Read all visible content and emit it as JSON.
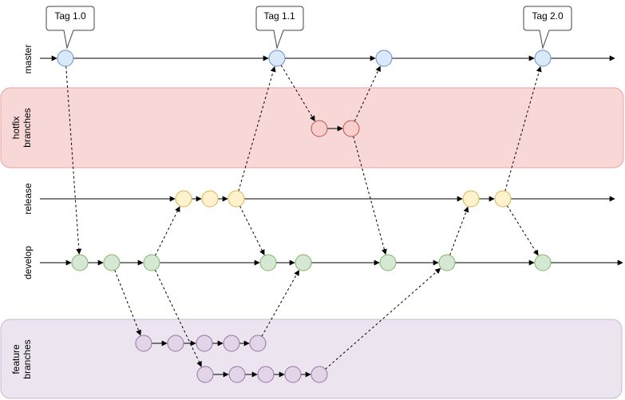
{
  "lanes": {
    "master": "master",
    "hotfix_1": "hotfix",
    "hotfix_2": "branches",
    "release": "release",
    "develop": "develop",
    "feature_1": "feature",
    "feature_2": "branches"
  },
  "tags": [
    "Tag 1.0",
    "Tag 1.1",
    "Tag 2.0"
  ],
  "colors": {
    "master_fill": "#dae8fc",
    "master_stroke": "#6c8ebf",
    "hotfix_fill": "#f8cecc",
    "hotfix_stroke": "#b85450",
    "hotfix_band": "#f8d7d7",
    "release_fill": "#fff2cc",
    "release_stroke": "#d6b656",
    "develop_fill": "#d5e8d4",
    "develop_stroke": "#82b366",
    "feature_fill": "#e1d5e7",
    "feature_stroke": "#9673a6",
    "feature_band": "#ece4ef"
  }
}
